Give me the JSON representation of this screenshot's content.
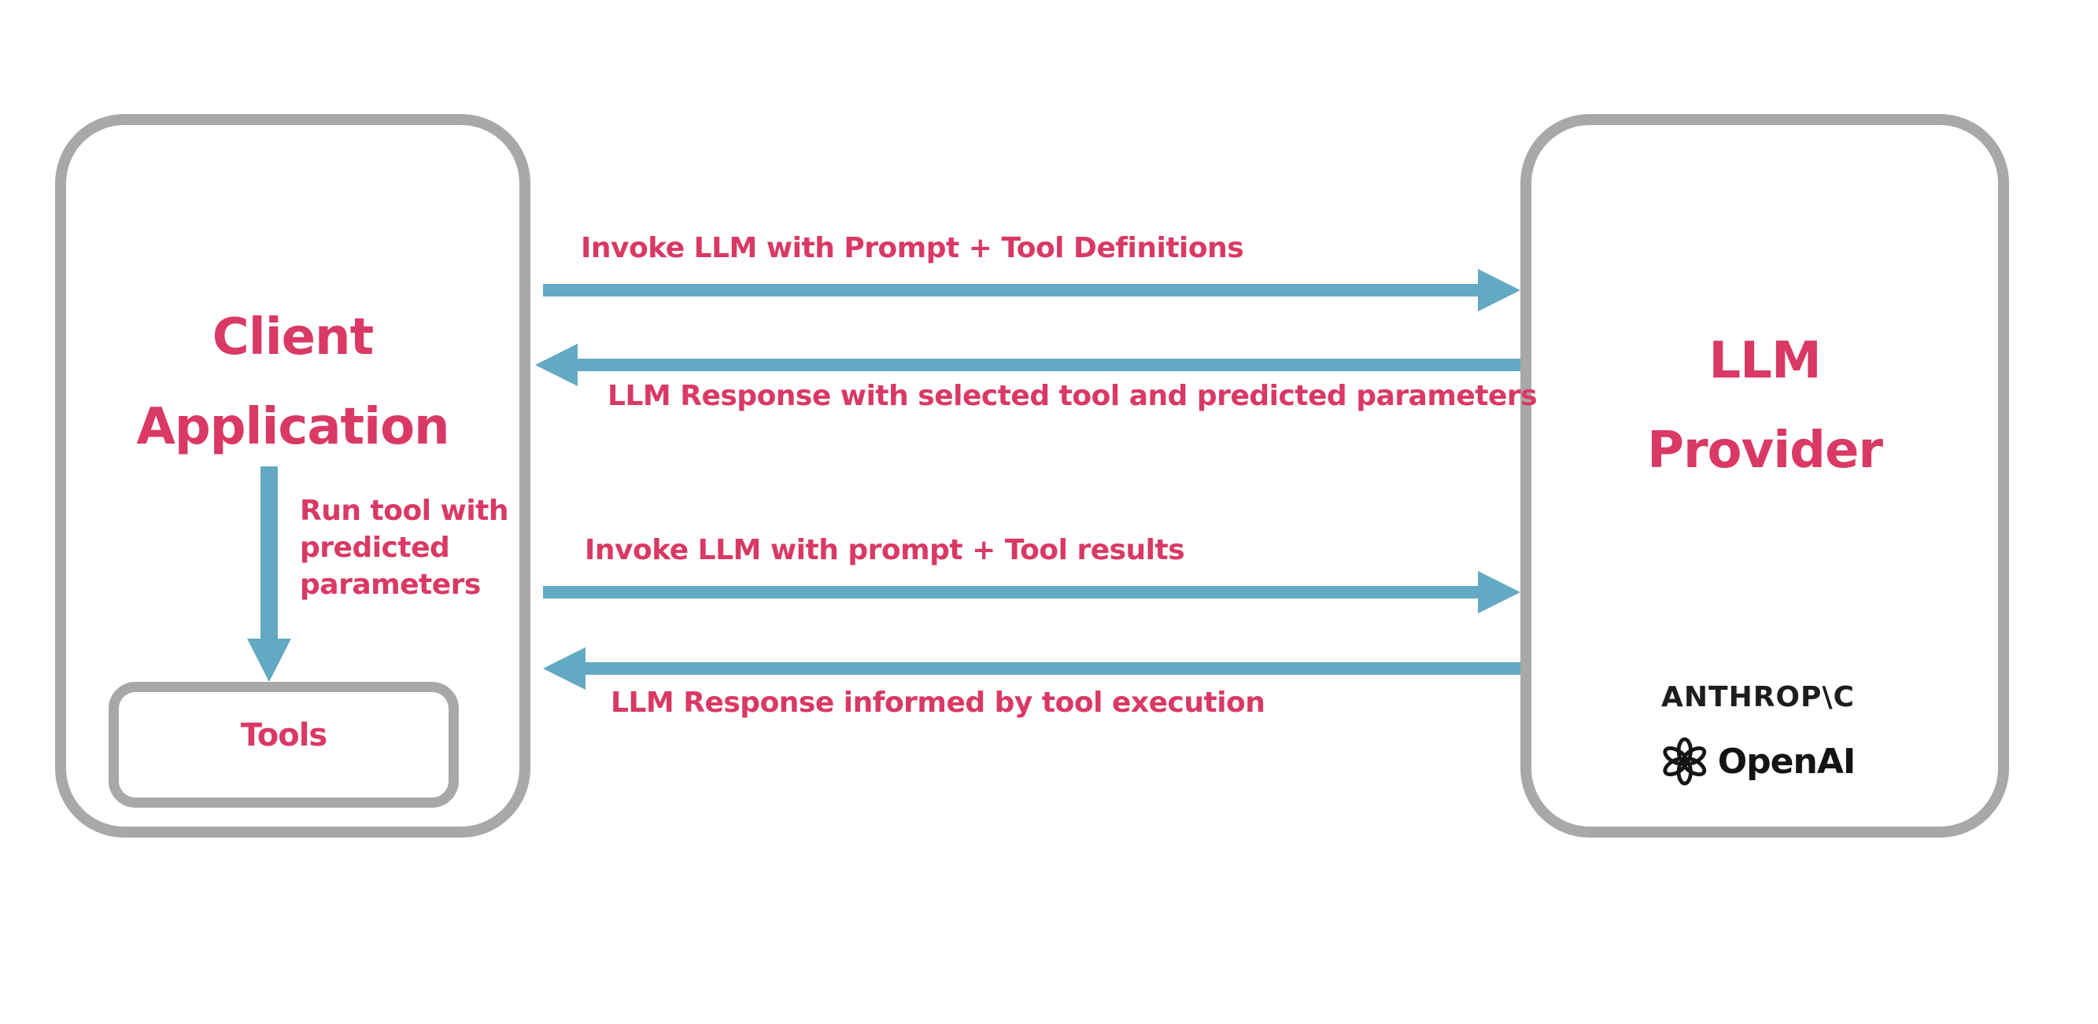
{
  "boxes": {
    "client": {
      "line1": "Client",
      "line2": "Application"
    },
    "provider": {
      "line1": "LLM",
      "line2": "Provider"
    },
    "tools": {
      "label": "Tools"
    }
  },
  "flows": [
    {
      "label": "Invoke LLM with Prompt + Tool Definitions",
      "direction": "right"
    },
    {
      "label": "LLM Response with selected tool and predicted parameters",
      "direction": "left"
    },
    {
      "label": "Invoke LLM with prompt + Tool results",
      "direction": "right"
    },
    {
      "label": "LLM Response informed by tool execution",
      "direction": "left"
    }
  ],
  "internal_flow": {
    "lines": [
      "Run tool with",
      "predicted",
      "parameters"
    ],
    "direction": "down"
  },
  "logos": {
    "anthropic": "ANTHROP\\C",
    "openai": "OpenAI"
  },
  "colors": {
    "accent_pink": "#D93964",
    "arrow_blue": "#63A9C3",
    "border_gray": "#A8A8A8",
    "logo_black": "#1D1D1D"
  }
}
